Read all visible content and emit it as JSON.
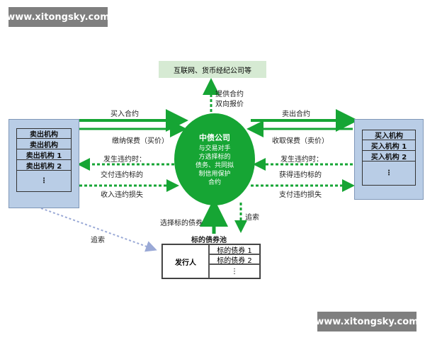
{
  "watermark": {
    "text": "www.xitongsky.com"
  },
  "top_box": {
    "label": "互联网、货币经纪公司等"
  },
  "center": {
    "title": "中债公司",
    "lines": [
      "与交易对手",
      "方选择标的",
      "债务、共同拟",
      "制信用保护",
      "合约"
    ]
  },
  "left_party": {
    "rows": [
      "卖出机构",
      "卖出机构",
      "卖出机构 1",
      "卖出机构 2",
      "⋮"
    ]
  },
  "right_party": {
    "rows": [
      "买入机构",
      "买入机构 1",
      "买入机构 2",
      "⋮"
    ]
  },
  "flows": {
    "provide_quote_1": "提供合约",
    "provide_quote_2": "双向报价",
    "buy_contract": "买入合约",
    "pay_premium": "缴纳保费（买价）",
    "default_occurs_left": "发生违约时：",
    "deliver_default_target": "交付违约标的",
    "receive_default_loss": "收入违约损失",
    "sell_contract": "卖出合约",
    "receive_premium": "收取保费（卖价）",
    "default_occurs_right": "发生违约时：",
    "obtain_default_target": "获得违约标的",
    "pay_default_loss": "支付违约损失",
    "select_target_debt": "选择标的债券",
    "recourse_center": "追索",
    "recourse_left": "追索"
  },
  "pool": {
    "title": "标的债券池",
    "issuer": "发行人",
    "bonds": [
      "标的债券 1",
      "标的债券 2",
      "⋮"
    ]
  },
  "colors": {
    "green": "#16a534",
    "box_blue": "#b9cde6",
    "top_box_bg": "#d6ead3",
    "watermark_bg": "#7f7f7f"
  }
}
